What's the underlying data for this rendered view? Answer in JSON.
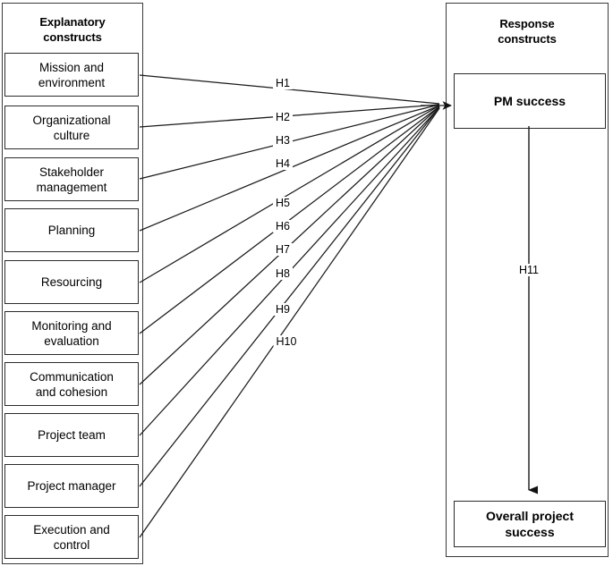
{
  "diagram": {
    "type": "path-model",
    "left_panel": {
      "title": "Explanatory\nconstructs",
      "title_line1": "Explanatory",
      "title_line2": "constructs",
      "constructs": [
        {
          "id": "mission-and-environment",
          "label": "Mission and environment",
          "line1": "Mission and",
          "line2": "environment",
          "hypothesis": "H1"
        },
        {
          "id": "organizational-culture",
          "label": "Organizational culture",
          "line1": "Organizational",
          "line2": "culture",
          "hypothesis": "H2"
        },
        {
          "id": "stakeholder-management",
          "label": "Stakeholder management",
          "line1": "Stakeholder",
          "line2": "management",
          "hypothesis": "H3"
        },
        {
          "id": "planning",
          "label": "Planning",
          "line1": "Planning",
          "line2": "",
          "hypothesis": "H4"
        },
        {
          "id": "resourcing",
          "label": "Resourcing",
          "line1": "Resourcing",
          "line2": "",
          "hypothesis": "H5"
        },
        {
          "id": "monitoring-and-evaluation",
          "label": "Monitoring and evaluation",
          "line1": "Monitoring and",
          "line2": "evaluation",
          "hypothesis": "H6"
        },
        {
          "id": "communication-and-cohesion",
          "label": "Communication and cohesion",
          "line1": "Communication",
          "line2": "and cohesion",
          "hypothesis": "H7"
        },
        {
          "id": "project-team",
          "label": "Project team",
          "line1": "Project team",
          "line2": "",
          "hypothesis": "H8"
        },
        {
          "id": "project-manager",
          "label": "Project manager",
          "line1": "Project manager",
          "line2": "",
          "hypothesis": "H9"
        },
        {
          "id": "execution-and-control",
          "label": "Execution and control",
          "line1": "Execution and",
          "line2": "control",
          "hypothesis": "H10"
        }
      ]
    },
    "right_panel": {
      "title": "Response\nconstructs",
      "title_line1": "Response",
      "title_line2": "constructs",
      "constructs": [
        {
          "id": "pm-success",
          "label": "PM success",
          "line1": "PM success",
          "line2": ""
        },
        {
          "id": "overall-success",
          "label": "Overall project success",
          "line1": "Overall project",
          "line2": "success"
        }
      ]
    },
    "hypotheses": [
      {
        "id": "H1",
        "label": "H1",
        "from": "mission-and-environment",
        "to": "pm-success"
      },
      {
        "id": "H2",
        "label": "H2",
        "from": "organizational-culture",
        "to": "pm-success"
      },
      {
        "id": "H3",
        "label": "H3",
        "from": "stakeholder-management",
        "to": "pm-success"
      },
      {
        "id": "H4",
        "label": "H4",
        "from": "planning",
        "to": "pm-success"
      },
      {
        "id": "H5",
        "label": "H5",
        "from": "resourcing",
        "to": "pm-success"
      },
      {
        "id": "H6",
        "label": "H6",
        "from": "monitoring-and-evaluation",
        "to": "pm-success"
      },
      {
        "id": "H7",
        "label": "H7",
        "from": "communication-and-cohesion",
        "to": "pm-success"
      },
      {
        "id": "H8",
        "label": "H8",
        "from": "project-team",
        "to": "pm-success"
      },
      {
        "id": "H9",
        "label": "H9",
        "from": "project-manager",
        "to": "pm-success"
      },
      {
        "id": "H10",
        "label": "H10",
        "from": "execution-and-control",
        "to": "pm-success"
      },
      {
        "id": "H11",
        "label": "H11",
        "from": "pm-success",
        "to": "overall-success"
      }
    ],
    "colors": {
      "stroke": "#1a1a1a",
      "box_border": "#2b2b2b",
      "panel_border": "#3a3a3a",
      "background": "#ffffff",
      "text": "#000000"
    }
  }
}
